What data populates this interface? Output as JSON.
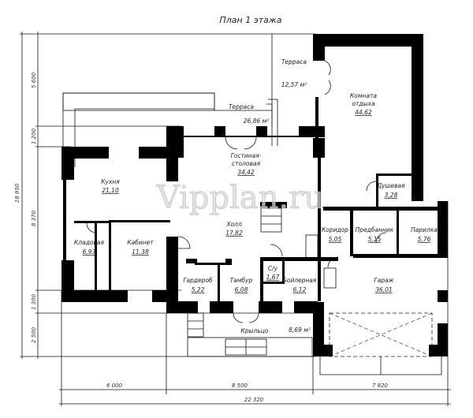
{
  "title": "План 1 этажа",
  "watermark": "Vipplan.ru",
  "rooms": [
    {
      "name": "Терраса",
      "area": "12,57 м²"
    },
    {
      "name": "Терраса",
      "area": "26,86 м²"
    },
    {
      "name": "Комната отдыха",
      "name2": "отдыха",
      "name1": "Комната",
      "area": "44,62"
    },
    {
      "name1": "Гостиная-",
      "name2": "столовая",
      "area": "34,42"
    },
    {
      "name": "Кухня",
      "area": "21,10"
    },
    {
      "name": "Душевая",
      "area": "3,28"
    },
    {
      "name": "Холл",
      "area": "17,82"
    },
    {
      "name": "Кладовая",
      "area": "6,93"
    },
    {
      "name": "Кабинет",
      "area": "11,38"
    },
    {
      "name": "Коридор",
      "area": "5,05"
    },
    {
      "name": "Предбанник",
      "area": "5,15"
    },
    {
      "name": "Парилка",
      "area": "5,76"
    },
    {
      "name": "С/у",
      "area": "1,67"
    },
    {
      "name": "Гардероб",
      "area": "5,22"
    },
    {
      "name": "Тамбур",
      "area": "6,08"
    },
    {
      "name": "Бойлерная",
      "area": "6,12"
    },
    {
      "name": "Гараж",
      "area": "36,01"
    },
    {
      "name": "Крыльцо",
      "area": "8,69 м²"
    }
  ],
  "dimensions": {
    "vertical_total": "18 950",
    "vertical": [
      "5 600",
      "1 200",
      "8 370",
      "1 300",
      "2 500"
    ],
    "horizontal": [
      "6 000",
      "8 500",
      "7 820"
    ],
    "horizontal_total": "22 320"
  }
}
